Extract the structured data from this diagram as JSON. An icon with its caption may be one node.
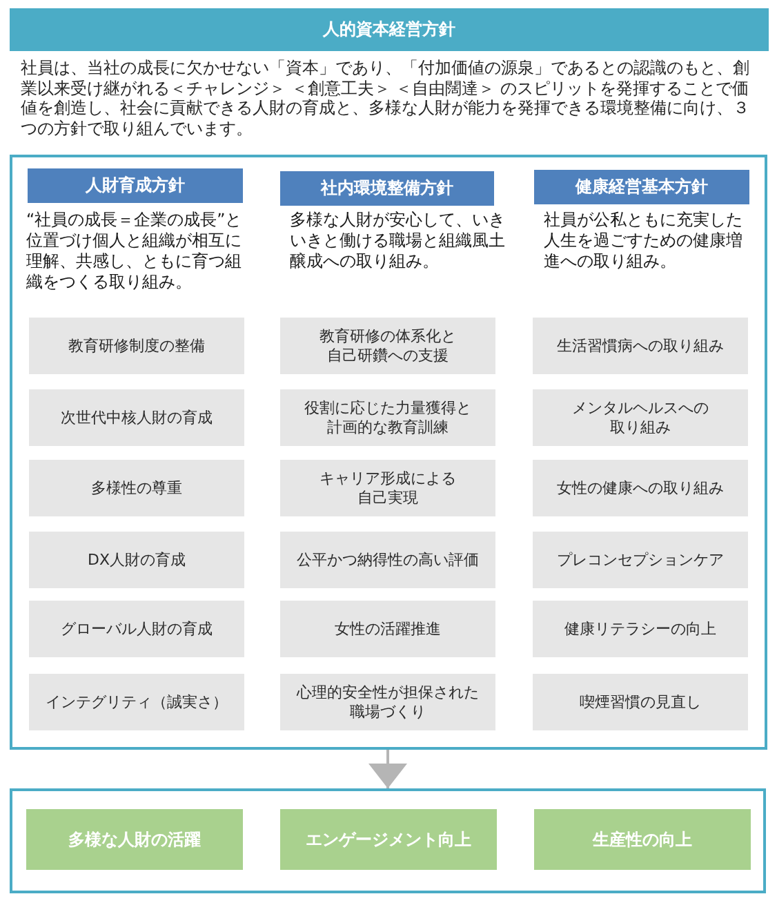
{
  "diagram": {
    "title": "人的資本経営方針",
    "nodes": [
      {
        "text": [],
        "shape": "box"
      },
      {
        "text": [
          "人財育成方針"
        ],
        "in": 0,
        "beside": [
          "“社員の成長＝企業の成長”と位置づけ個人と組織が相互に理解、共感し、ともに育つ組織をつくる取り組み。"
        ]
      },
      {
        "text": [
          "社内環境整備方針"
        ],
        "in": 0,
        "beside": [
          "多様な人財が安心して、いきいきと働ける職場と組織風土醸成への取り組み。"
        ]
      },
      {
        "text": [
          "健康経営基本方針"
        ],
        "in": 0,
        "beside": [
          "社員が公私ともに充実した人生を過ごすための健康増進への取り組み。"
        ]
      },
      {
        "text": [
          "教育研修制度の整備"
        ],
        "in": 0
      },
      {
        "text": [
          "教育研修の体系化と自己研鑽への支援"
        ],
        "in": 0
      },
      {
        "text": [
          "生活習慣病への取り組み"
        ],
        "in": 0
      },
      {
        "text": [
          "次世代中核人財の育成"
        ],
        "in": 0
      },
      {
        "text": [
          "役割に応じた力量獲得と計画的な教育訓練"
        ],
        "in": 0
      },
      {
        "text": [
          "メンタルヘルスへの取り組み"
        ],
        "in": 0
      },
      {
        "text": [
          "多様性の尊重"
        ],
        "in": 0
      },
      {
        "text": [
          "キャリア形成による自己実現"
        ],
        "in": 0
      },
      {
        "text": [
          "女性の健康への取り組み"
        ],
        "in": 0
      },
      {
        "text": [
          "DX人財の育成"
        ],
        "in": 0
      },
      {
        "text": [
          "公平かつ納得性の高い評価"
        ],
        "in": 0
      },
      {
        "text": [
          "プレコンセプションケア"
        ],
        "in": 0
      },
      {
        "text": [
          "グローバル人財の育成"
        ],
        "in": 0
      },
      {
        "text": [
          "女性の活躍推進"
        ],
        "in": 0
      },
      {
        "text": [
          "健康リテラシーの向上"
        ],
        "in": 0
      },
      {
        "text": [
          "インテグリティ（誠実さ）"
        ],
        "in": 0
      },
      {
        "text": [
          "心理的安全性が担保された職場づくり"
        ],
        "in": 0
      },
      {
        "text": [
          "喫煙習慣の見直し"
        ],
        "in": 0
      },
      {
        "text": [],
        "shape": "box"
      },
      {
        "text": [
          "多様な人財の活躍"
        ],
        "in": 22
      },
      {
        "text": [
          "エンゲージメント向上"
        ],
        "in": 22
      },
      {
        "text": [
          "生産性の向上"
        ],
        "in": 22
      }
    ],
    "edges": [
      {
        "from": 0,
        "to": 22,
        "arrow": "to"
      }
    ],
    "labels": [
      "社員は、当社の成長に欠かせない「資本」であり、「付加価値の源泉」であるとの認識のもと、創業以来受け継がれる＜チャレンジ＞ ＜創意工夫＞ ＜自由闊達＞ のスピリットを発揮することで価値を創造し、社会に貢献できる人財の育成と、多様な人財が能力を発揮できる環境整備に向け、３つの方針で取り組んでいます。"
    ]
  }
}
